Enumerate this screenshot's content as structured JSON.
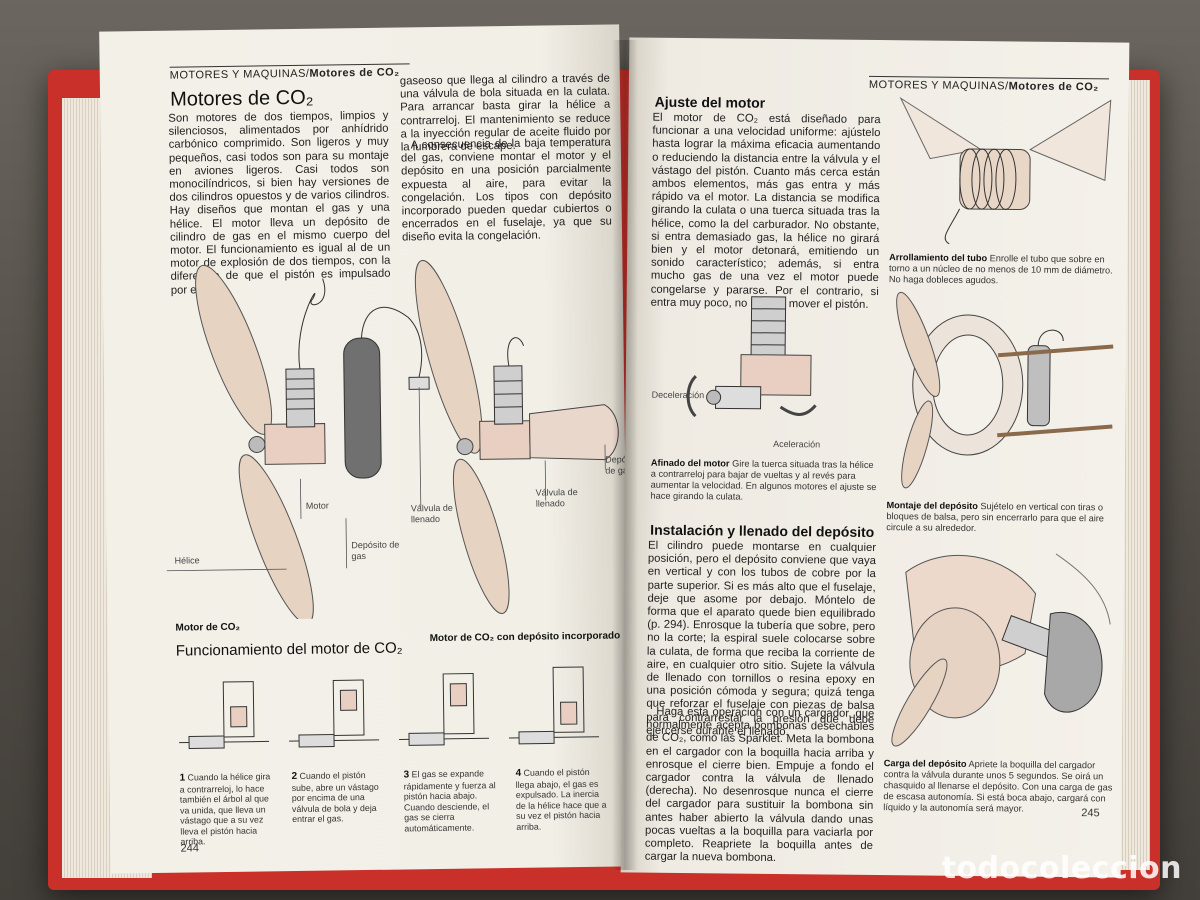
{
  "left_page": {
    "running_head": {
      "section": "MOTORES Y MAQUINAS/",
      "topic": "Motores de CO₂"
    },
    "title": "Motores de CO₂",
    "intro_col1": "Son motores de dos tiempos, limpios y silenciosos, alimentados por anhídrido carbónico comprimido. Son ligeros y muy pequeños, casi todos son para su montaje en aviones ligeros. Casi todos son monocilíndricos, si bien hay versiones de dos cilindros opuestos y de varios cilindros. Hay diseños que montan el gas y una hélice. El motor lleva un depósito de cilindro de gas en el mismo cuerpo del motor. El funcionamiento es igual al de un motor de explosión de dos tiempos, con la diferencia de que el pistón es impulsado por el CO₂",
    "intro_col2a": "gaseoso que llega al cilindro a través de una válvula de bola situada en la culata. Para arrancar basta girar la hélice a contrarreloj. El mantenimiento se reduce a la inyección regular de aceite fluido por la lumbrera de escape.",
    "intro_col2b": "A consecuencia de la baja temperatura del gas, conviene montar el motor y el depósito en una posición parcialmente expuesta al aire, para evitar la congelación. Los tipos con depósito incorporado pueden quedar cubiertos o encerrados en el fuselaje, ya que su diseño evita la congelación.",
    "diagram_labels": {
      "motor": "Motor",
      "deposito_gas_1": "Depósito de gas",
      "valvula_1": "Válvula de llenado",
      "helice": "Hélice",
      "caption_1": "Motor de CO₂",
      "valvula_2": "Válvula de llenado",
      "deposito_gas_2": "Depósito de gas",
      "caption_2": "Motor de CO₂ con depósito incorporado"
    },
    "functioning_title": "Funcionamiento del motor de CO₂",
    "steps": [
      {
        "num": "1",
        "text": "Cuando la hélice gira a contrarreloj, lo hace también el árbol al que va unida, que lleva un vástago que a su vez lleva el pistón hacia arriba."
      },
      {
        "num": "2",
        "text": "Cuando el pistón sube, abre un vástago por encima de una válvula de bola y deja entrar el gas."
      },
      {
        "num": "3",
        "text": "El gas se expande rápidamente y fuerza al pistón hacia abajo. Cuando desciende, el gas se cierra automáticamente."
      },
      {
        "num": "4",
        "text": "Cuando el pistón llega abajo, el gas es expulsado. La inercia de la hélice hace que a su vez el pistón hacia arriba."
      }
    ],
    "page_number": "244"
  },
  "right_page": {
    "running_head": {
      "section": "MOTORES Y MAQUINAS/",
      "topic": "Motores de CO₂"
    },
    "adjust_title": "Ajuste del motor",
    "adjust_text": "El motor de CO₂ está diseñado para funcionar a una velocidad uniforme: ajústelo hasta lograr la máxima eficacia aumentando o reduciendo la distancia entre la válvula y el vástago del pistón. Cuanto más cerca están ambos elementos, más gas entra y más rápido va el motor. La distancia se modifica girando la culata o una tuerca situada tras la hélice, como la del carburador. No obstante, si entra demasiado gas, la hélice no girará bien y el motor detonará, emitiendo un sonido característico; además, si entra mucho gas de una vez el motor puede congelarse y pararse. Por el contrario, si entra muy poco, no logrará mover el pistón.",
    "deceleration": "Deceleración",
    "acceleration": "Aceleración",
    "tuning_caption": {
      "title": "Afinado del motor",
      "text": "Gire la tuerca situada tras la hélice a contrarreloj para bajar de vueltas y al revés para aumentar la velocidad. En algunos motores el ajuste se hace girando la culata."
    },
    "install_title": "Instalación y llenado del depósito",
    "install_text_1": "El cilindro puede montarse en cualquier posición, pero el depósito conviene que vaya en vertical y con los tubos de cobre por la parte superior. Si es más alto que el fuselaje, deje que asome por debajo. Móntelo de forma que el aparato quede bien equilibrado (p. 294). Enrosque la tubería que sobre, pero no la corte; la espiral suele colocarse sobre la culata, de forma que reciba la corriente de aire, en cualquier otro sitio. Sujete la válvula de llenado con tornillos o resina epoxy en una posición cómoda y segura; quizá tenga que reforzar el fuselaje con piezas de balsa para contrarrestar la presión que debe ejercerse durante el llenado.",
    "install_text_2": "Haga esta operación con un cargador, que normalmente acepta bombonas desechables de CO₂, como las Sparklet. Meta la bombona en el cargador con la boquilla hacia arriba y enrosque el cierre bien. Empuje a fondo el cargador contra la válvula de llenado (derecha). No desenrosque nunca el cierre del cargador para sustituir la bombona sin antes haber abierto la válvula dando unas pocas vueltas a la boquilla para vaciarla por completo. Reapriete la boquilla antes de cargar la nueva bombona.",
    "coil_caption": {
      "title": "Arrollamiento del tubo",
      "text": "Enrolle el tubo que sobre en torno a un núcleo de no menos de 10 mm de diámetro. No haga dobleces agudos."
    },
    "mount_caption": {
      "title": "Montaje del depósito",
      "text": "Sujételo en vertical con tiras o bloques de balsa, pero sin encerrarlo para que el aire circule a su alrededor."
    },
    "charge_caption": {
      "title": "Carga del depósito",
      "text": "Apriete la boquilla del cargador contra la válvula durante unos 5 segundos. Se oirá un chasquido al llenarse el depósito. Con una carga de gas de escasa autonomía. Si está boca abajo, cargará con líquido y la autonomía será mayor."
    },
    "page_number": "245"
  },
  "watermark": "todocoleccion",
  "colors": {
    "cover": "#c9302a",
    "paper": "#f4f1ea",
    "ink": "#222222",
    "background": "#5a5650"
  }
}
